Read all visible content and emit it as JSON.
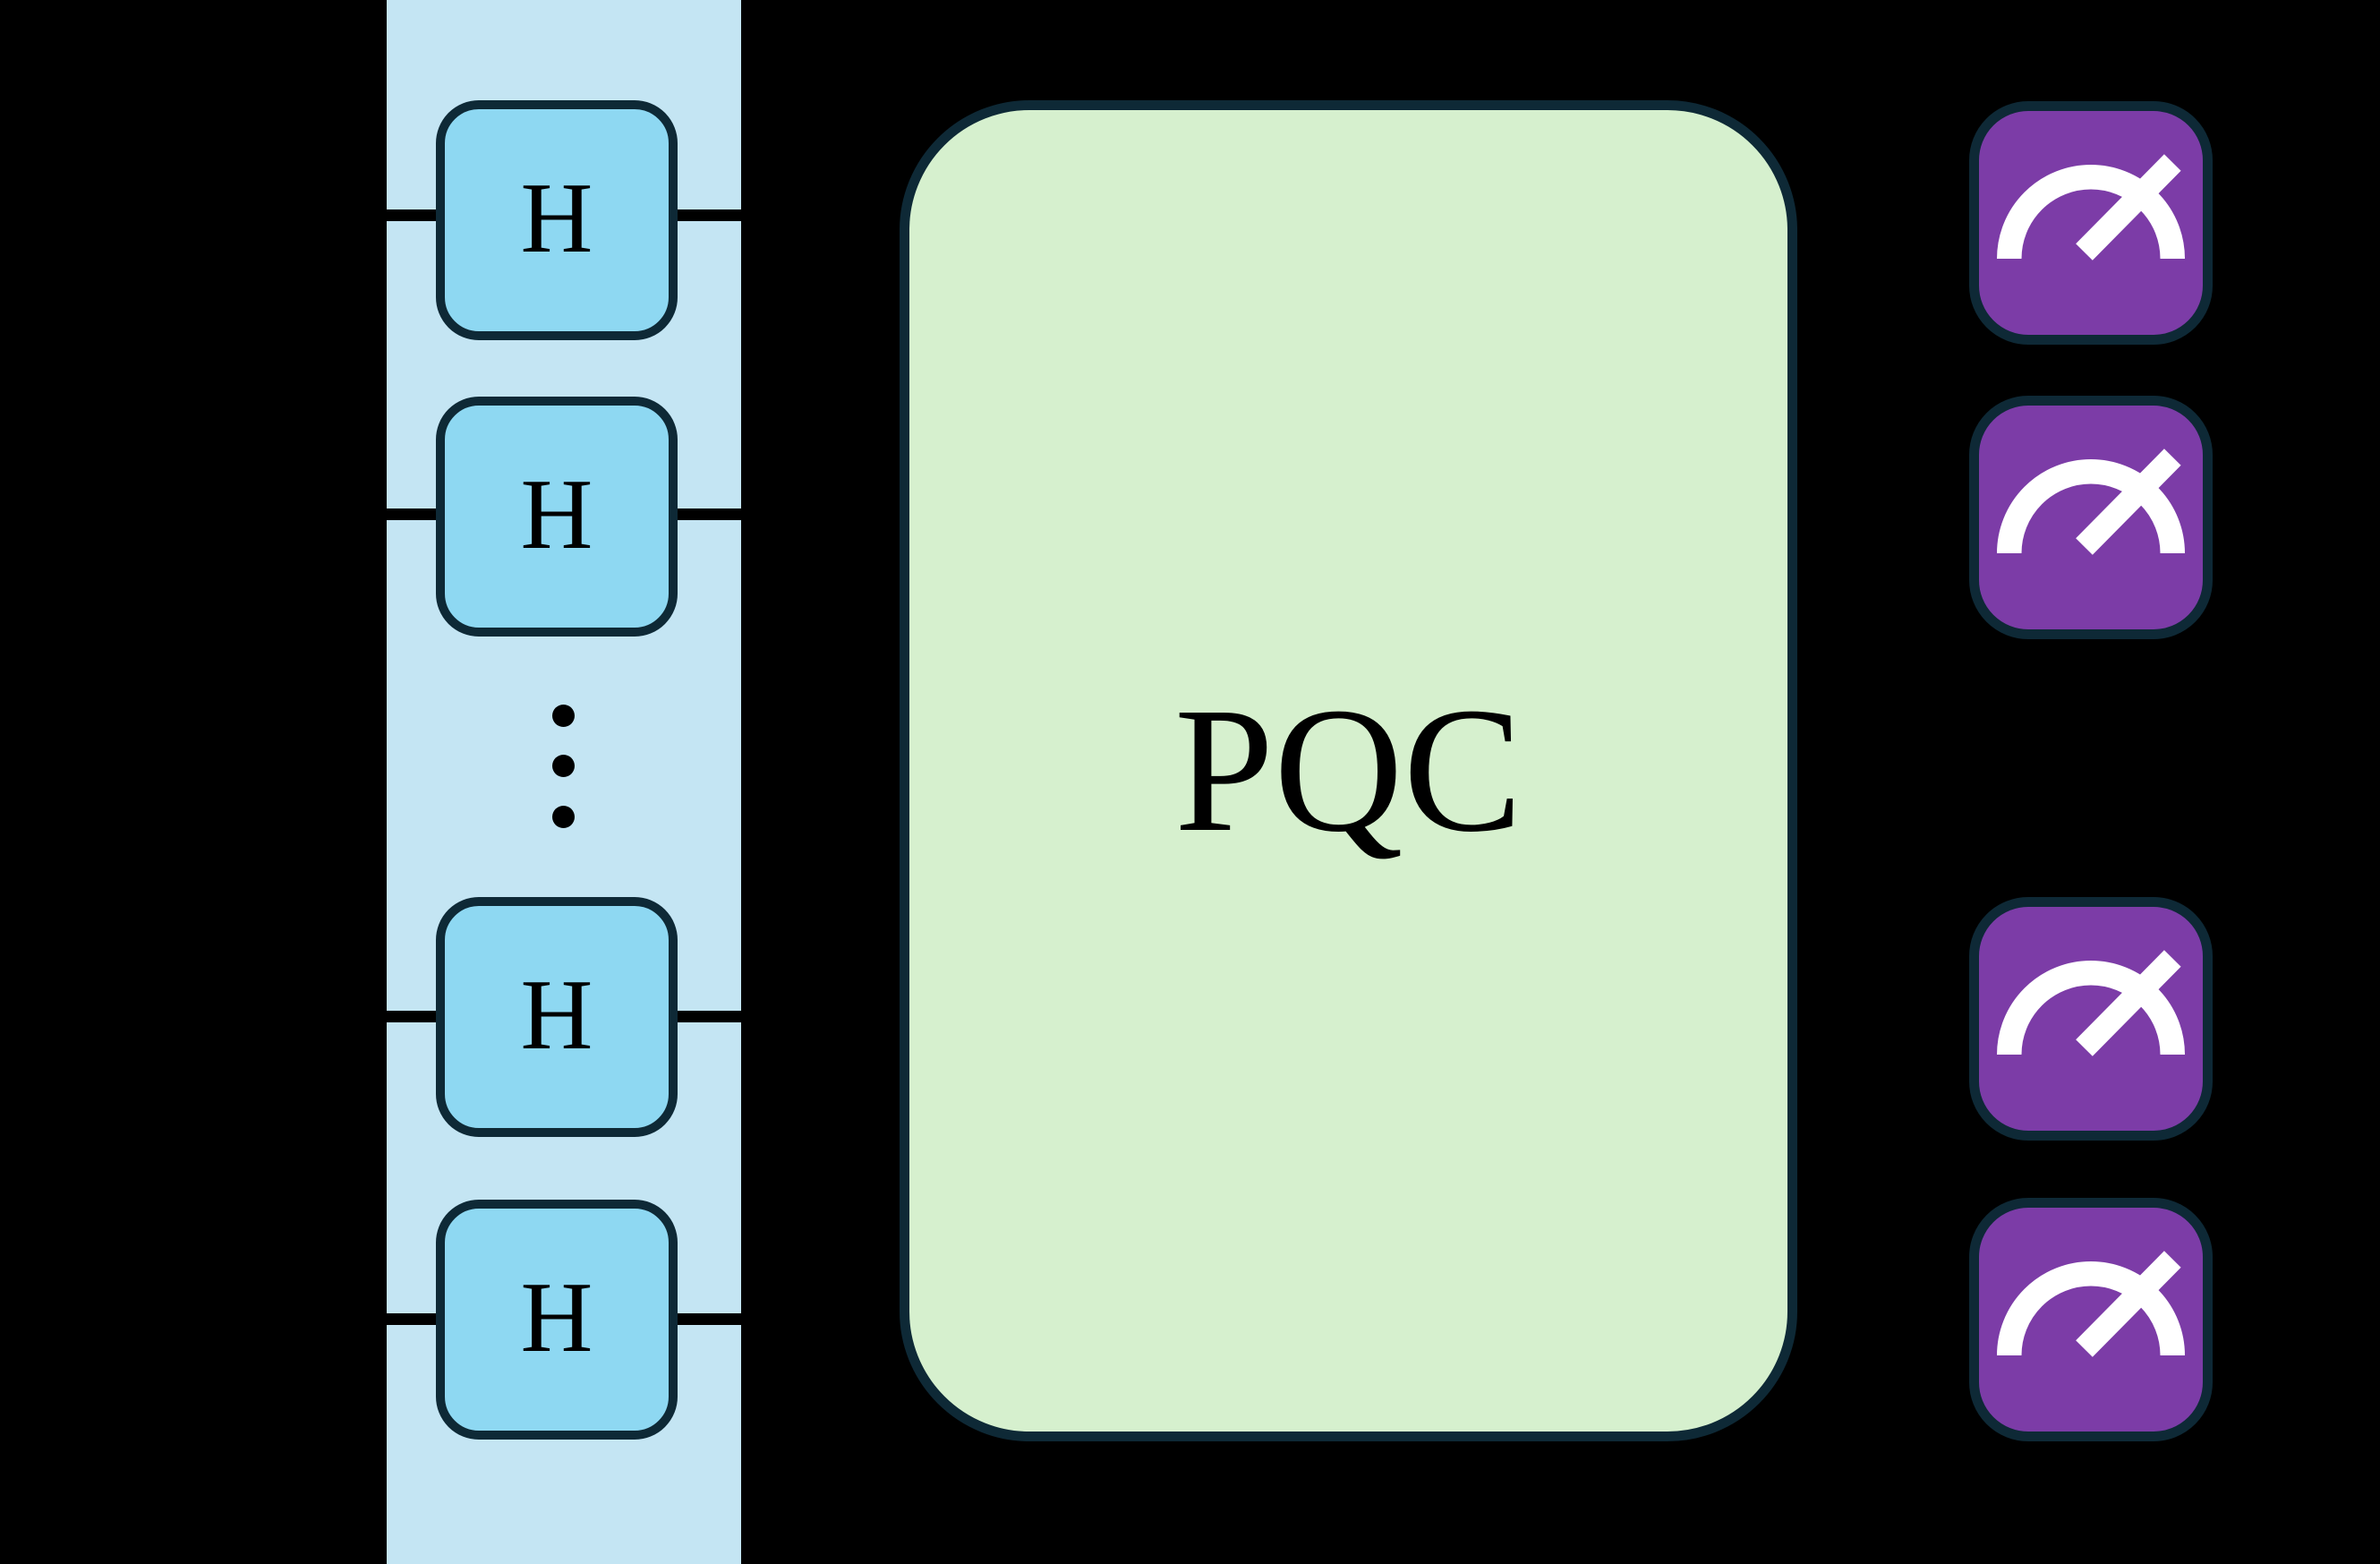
{
  "diagram": {
    "kind": "quantum-circuit-figure",
    "background_color": "#000000"
  },
  "input_band": {
    "fill": "#c4e5f3",
    "outline": "#0e2936",
    "gate_fill": "#8ed8f2",
    "wire_color": "#000000",
    "wire_count": 4,
    "gates": [
      {
        "label": "H"
      },
      {
        "label": "H"
      },
      {
        "label": "H"
      },
      {
        "label": "H"
      }
    ],
    "ellipsis_dot_count": 3,
    "dot_color": "#000000"
  },
  "pqc": {
    "label": "PQC",
    "fill": "#d6f0ce",
    "outline": "#0e2936",
    "text_color": "#000000"
  },
  "measurements": {
    "count": 4,
    "fill": "#7c3ca7",
    "outline": "#0e2936",
    "glyph": "gauge-measurement-icon",
    "glyph_color": "#ffffff"
  }
}
